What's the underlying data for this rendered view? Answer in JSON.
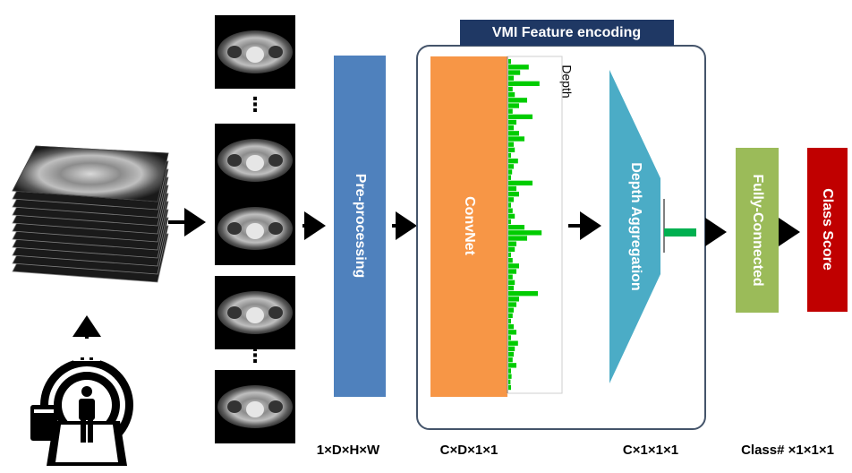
{
  "blocks": {
    "preprocessing": "Pre-processing",
    "convnet": "ConvNet",
    "depth_aggregation": "Depth Aggregation",
    "fully_connected": "Fully-Connected",
    "class_score": "Class Score"
  },
  "vmi_box": {
    "title": "VMI Feature encoding"
  },
  "depth_label": "Depth",
  "ellipsis": "⋮",
  "dims": {
    "input": "1×D×H×W",
    "convnet_out": "C×D×1×1",
    "aggregated": "C×1×1×1",
    "output": "Class# ×1×1×1"
  },
  "depth_bars": [
    0.05,
    0.38,
    0.22,
    0.1,
    0.58,
    0.08,
    0.12,
    0.35,
    0.2,
    0.08,
    0.45,
    0.15,
    0.1,
    0.2,
    0.3,
    0.1,
    0.12,
    0.05,
    0.18,
    0.1,
    0.07,
    0.05,
    0.45,
    0.15,
    0.2,
    0.1,
    0.05,
    0.08,
    0.12,
    0.05,
    0.3,
    0.62,
    0.35,
    0.15,
    0.12,
    0.05,
    0.08,
    0.2,
    0.15,
    0.08,
    0.12,
    0.1,
    0.55,
    0.2,
    0.15,
    0.1,
    0.08,
    0.05,
    0.1,
    0.15,
    0.05,
    0.18,
    0.12,
    0.1,
    0.08,
    0.15,
    0.05,
    0.06,
    0.04,
    0.05
  ],
  "colors": {
    "preprocessing": "#4f81bd",
    "convnet": "#f79646",
    "depth_aggregation": "#4bacc6",
    "fully_connected": "#9bbb59",
    "class_score": "#c00000",
    "vmi_title_bg": "#1f3864",
    "vmi_border": "#44546a",
    "bars": "#00cc00",
    "aggregated_bar": "#00b050"
  }
}
